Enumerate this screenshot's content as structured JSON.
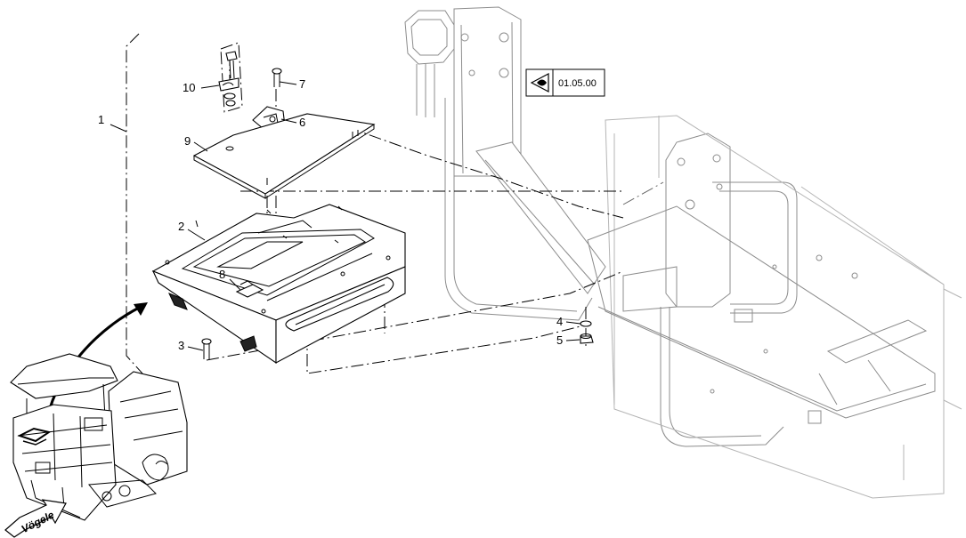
{
  "reference": {
    "code": "01.05.00",
    "icon": "eye-view-icon"
  },
  "brand": "Vögele",
  "callouts": {
    "c1": "1",
    "c2": "2",
    "c3": "3",
    "c4": "4",
    "c5": "5",
    "c6": "6",
    "c7": "7",
    "c8": "8",
    "c9": "9",
    "c10": "10"
  },
  "colors": {
    "line": "#000000",
    "frame": "#8c8c8c",
    "background": "#ffffff"
  }
}
